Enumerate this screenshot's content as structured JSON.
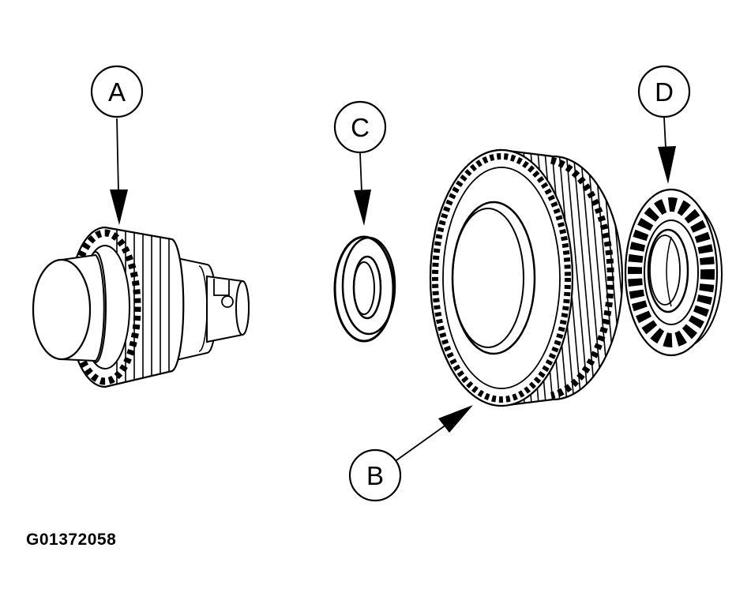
{
  "figure": {
    "code": "G01372058",
    "background": "#ffffff",
    "line_color": "#000000"
  },
  "callouts": {
    "a": {
      "label": "A"
    },
    "b": {
      "label": "B"
    },
    "c": {
      "label": "C"
    },
    "d": {
      "label": "D"
    }
  }
}
